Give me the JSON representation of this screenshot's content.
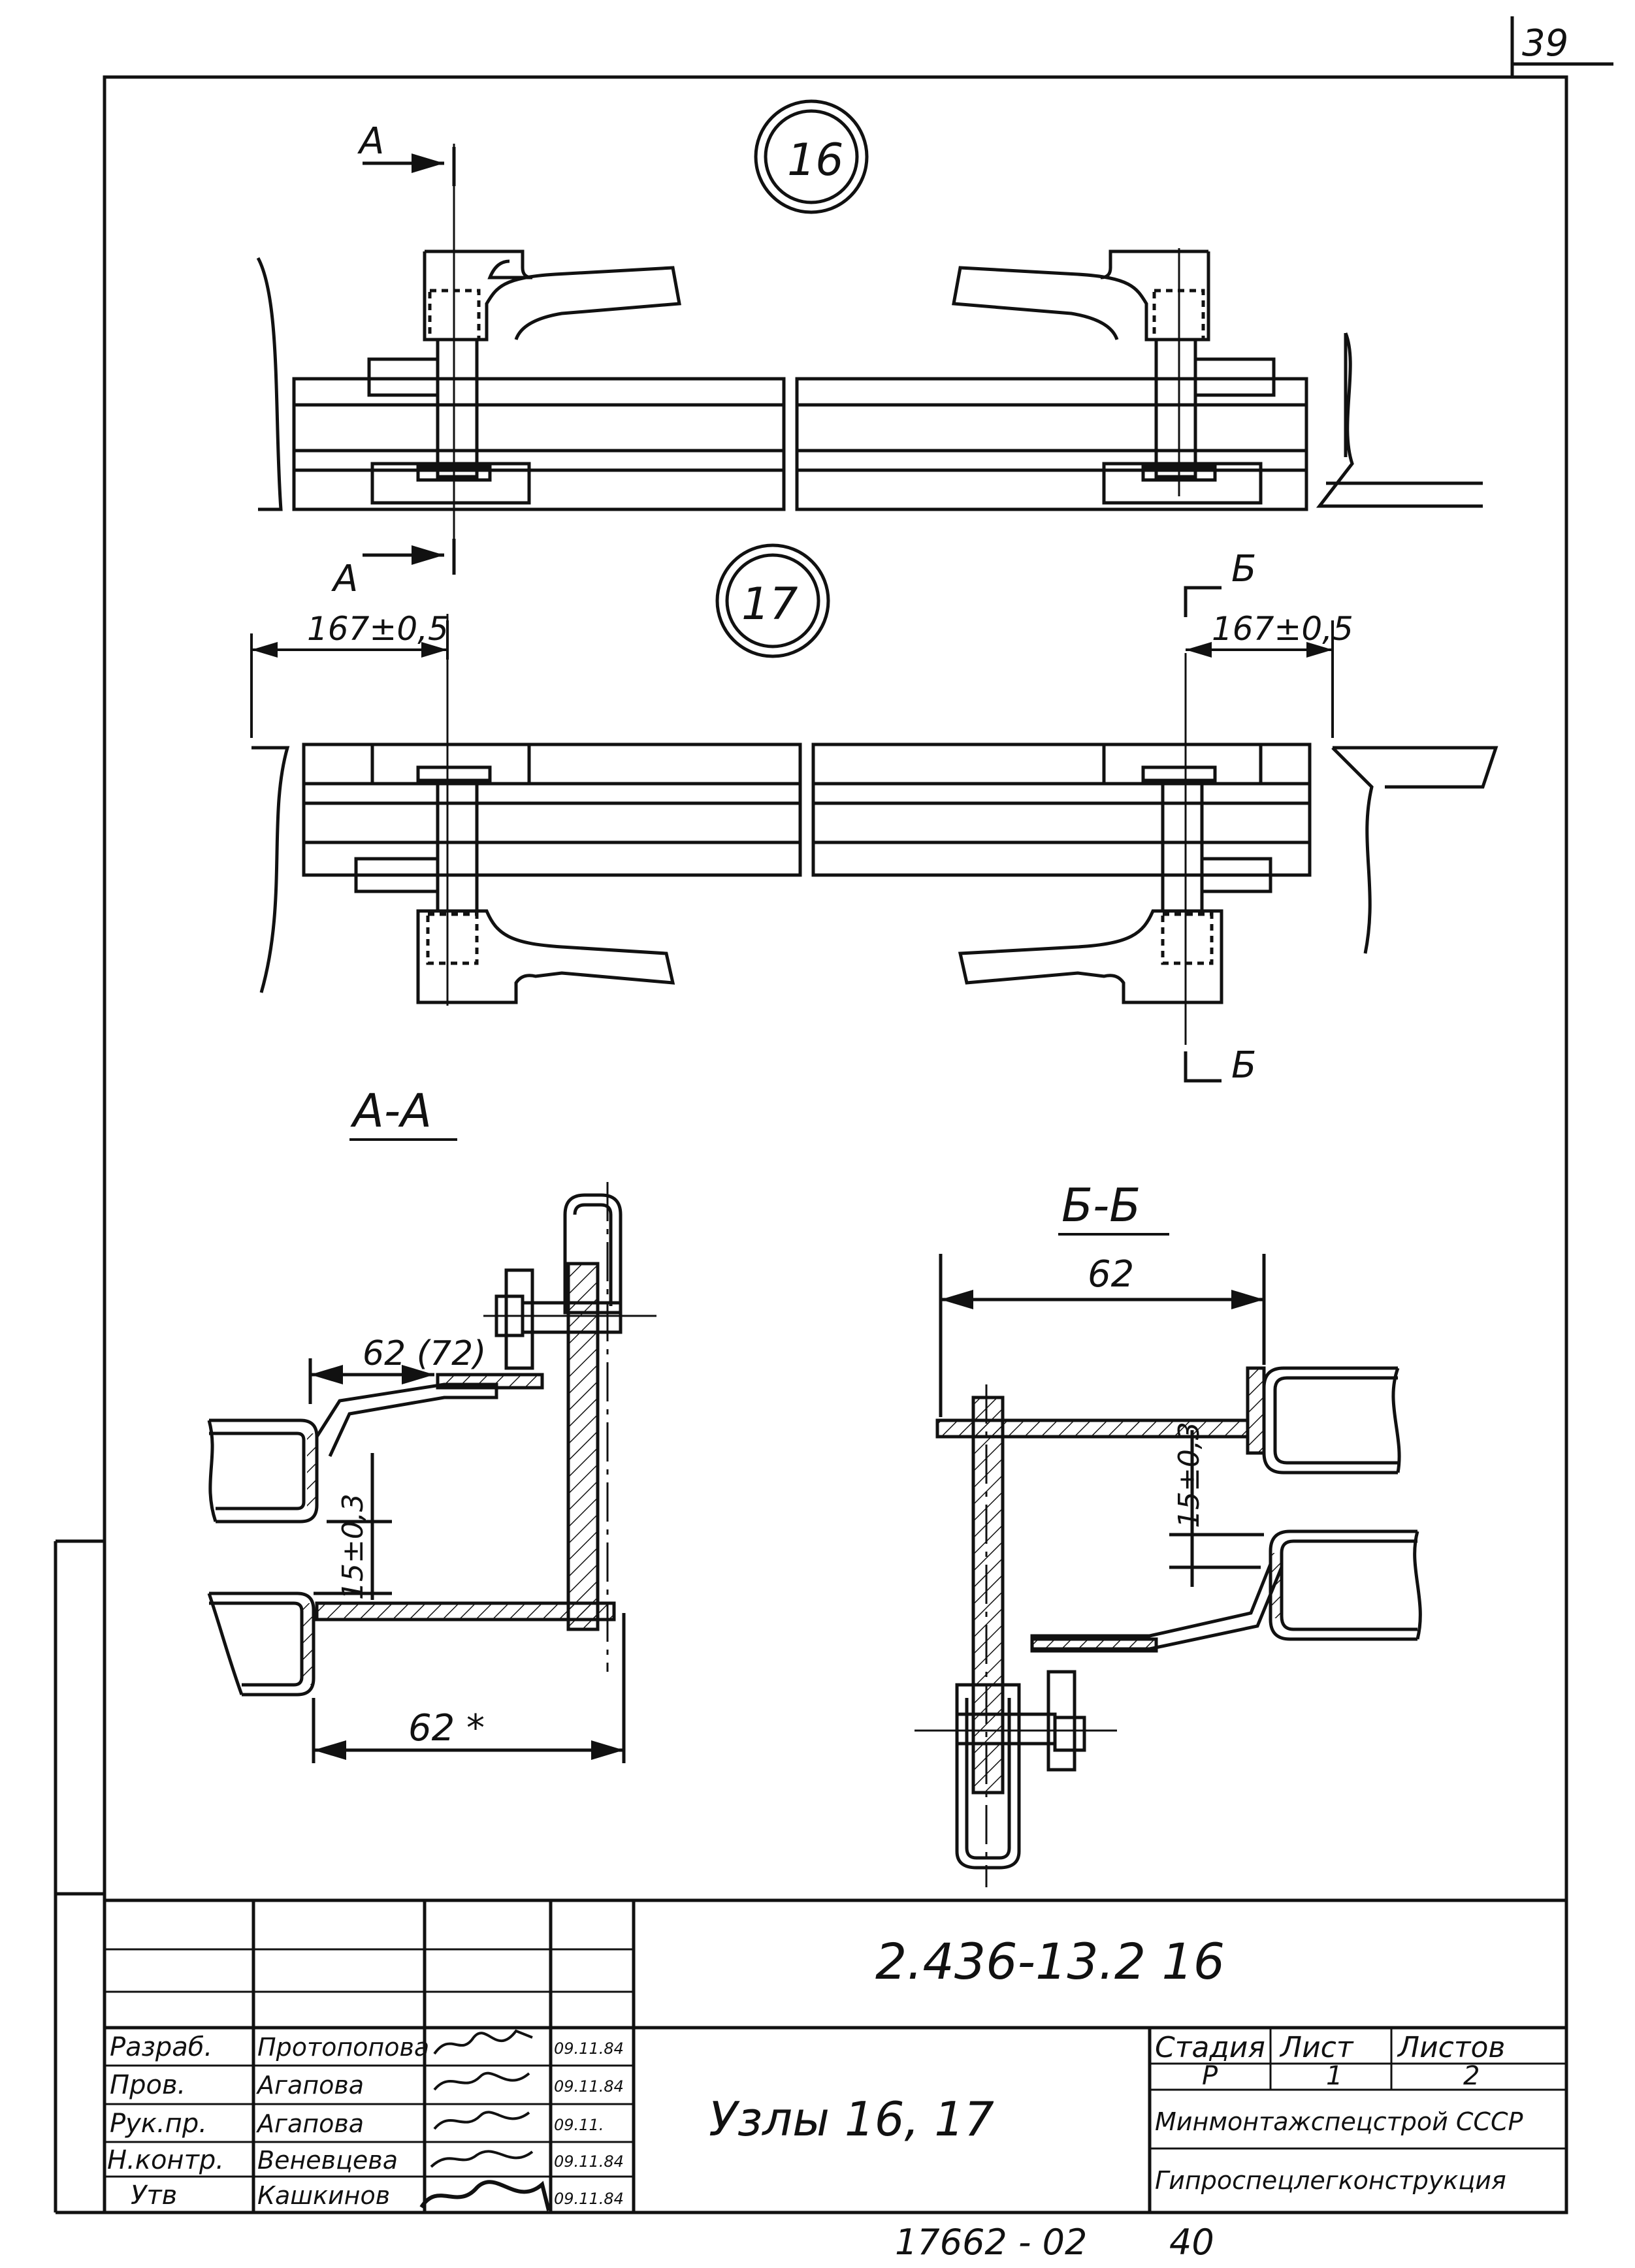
{
  "sheet": {
    "corner_number": "39",
    "bottom_code": "17662 - 02",
    "bottom_page": "40"
  },
  "views": {
    "node_16": "16",
    "node_17": "17",
    "cut_a_top": "А",
    "cut_a_bottom": "А",
    "cut_b_top": "Б",
    "cut_b_bottom": "Б",
    "dim_left_167": "167±0,5",
    "dim_right_167": "167±0,5",
    "section_aa": "А-А",
    "section_bb": "Б-Б",
    "aa_dim_62_72": "62 (72)",
    "aa_dim_15": "15±0,3",
    "aa_dim_62_star": "62 *",
    "bb_dim_62": "62",
    "bb_dim_15": "15±0,3"
  },
  "title_block": {
    "code": "2.436-13.2  16",
    "title": "Узлы 16, 17",
    "stage_label": "Стадия",
    "sheet_label": "Лист",
    "sheets_label": "Листов",
    "stage_value": "Р",
    "sheet_value": "1",
    "sheets_value": "2",
    "org_1": "Минмонтажспецстрой СССР",
    "org_2": "Гипроспецлегконструкция",
    "rows": [
      {
        "role": "Разраб.",
        "name": "Протопопова",
        "date": "09.11.84"
      },
      {
        "role": "Пров.",
        "name": "Агапова",
        "date": "09.11.84"
      },
      {
        "role": "Рук.пр.",
        "name": "Агапова",
        "date": "09.11."
      },
      {
        "role": "Н.контр.",
        "name": "Веневцева",
        "date": "09.11.84"
      },
      {
        "role": "Утв",
        "name": "Кашкинов",
        "date": "09.11.84"
      }
    ]
  }
}
